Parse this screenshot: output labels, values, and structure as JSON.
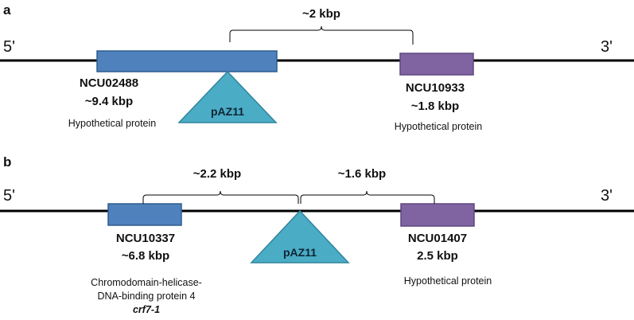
{
  "panel_a": {
    "label": "a",
    "five_prime": "5'",
    "three_prime": "3'",
    "distance": "~2 kbp",
    "insert": "pAZ11",
    "gene_left": {
      "name": "NCU02488",
      "size": "~9.4 kbp",
      "description": "Hypothetical protein"
    },
    "gene_right": {
      "name": "NCU10933",
      "size": "~1.8 kbp",
      "description": "Hypothetical protein"
    }
  },
  "panel_b": {
    "label": "b",
    "five_prime": "5'",
    "three_prime": "3'",
    "distance_left": "~2.2 kbp",
    "distance_right": "~1.6 kbp",
    "insert": "pAZ11",
    "gene_left": {
      "name": "NCU10337",
      "size": "~6.8 kbp",
      "description_line1": "Chromodomain-helicase-",
      "description_line2": "DNA-binding protein 4",
      "description_line3": "crf7-1"
    },
    "gene_right": {
      "name": "NCU01407",
      "size": "2.5 kbp",
      "description": "Hypothetical protein"
    }
  },
  "colors": {
    "blue_gene": "#4f81bd",
    "purple_gene": "#8064a2",
    "insert_triangle": "#4bacc6"
  }
}
